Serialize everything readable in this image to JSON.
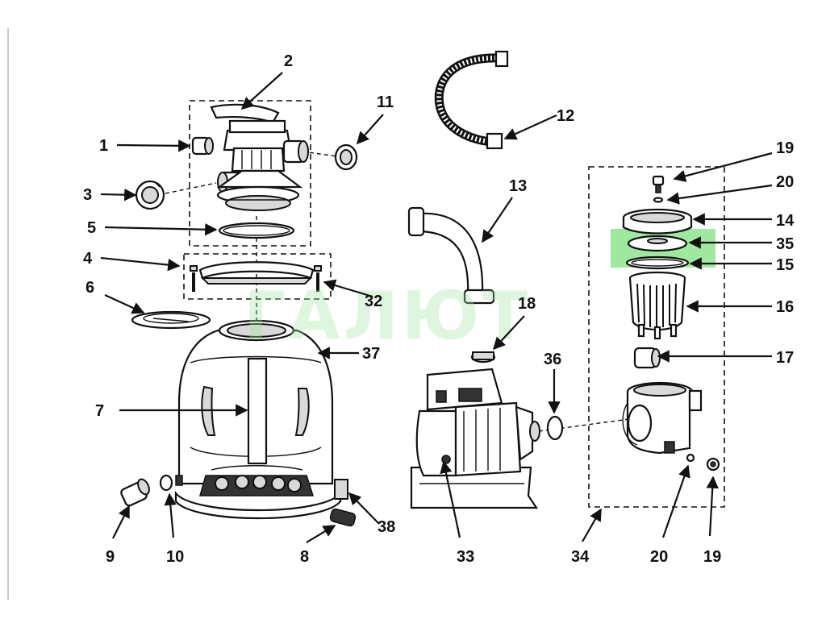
{
  "watermark": "ГАЛЮТ",
  "highlight_color": "#7fe07f",
  "callouts": [
    {
      "id": "c1",
      "label": "1"
    },
    {
      "id": "c2",
      "label": "2"
    },
    {
      "id": "c3",
      "label": "3"
    },
    {
      "id": "c4",
      "label": "4"
    },
    {
      "id": "c5",
      "label": "5"
    },
    {
      "id": "c6",
      "label": "6"
    },
    {
      "id": "c7",
      "label": "7"
    },
    {
      "id": "c8",
      "label": "8"
    },
    {
      "id": "c9",
      "label": "9"
    },
    {
      "id": "c10",
      "label": "10"
    },
    {
      "id": "c11",
      "label": "11"
    },
    {
      "id": "c12",
      "label": "12"
    },
    {
      "id": "c13",
      "label": "13"
    },
    {
      "id": "c14",
      "label": "14"
    },
    {
      "id": "c15",
      "label": "15"
    },
    {
      "id": "c16",
      "label": "16"
    },
    {
      "id": "c17",
      "label": "17"
    },
    {
      "id": "c18",
      "label": "18"
    },
    {
      "id": "c19a",
      "label": "19"
    },
    {
      "id": "c19b",
      "label": "19"
    },
    {
      "id": "c20a",
      "label": "20"
    },
    {
      "id": "c20b",
      "label": "20"
    },
    {
      "id": "c32",
      "label": "32"
    },
    {
      "id": "c33",
      "label": "33"
    },
    {
      "id": "c34",
      "label": "34"
    },
    {
      "id": "c35",
      "label": "35"
    },
    {
      "id": "c36",
      "label": "36"
    },
    {
      "id": "c37",
      "label": "37"
    },
    {
      "id": "c38",
      "label": "38"
    }
  ]
}
